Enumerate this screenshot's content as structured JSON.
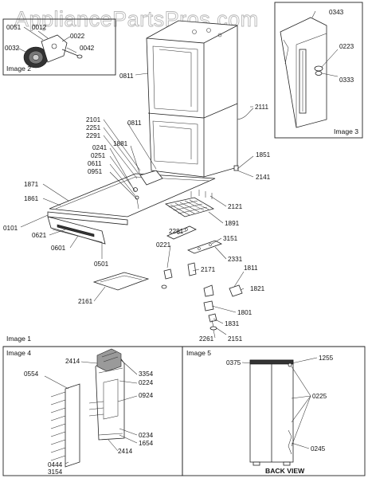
{
  "watermark": "AppliancePartsPros.com",
  "panels": {
    "image2": "Image 2",
    "image3": "Image 3",
    "image1": "Image 1",
    "image4": "Image 4",
    "image5": "Image 5",
    "back_view": "BACK VIEW"
  },
  "callouts": {
    "image2": [
      {
        "id": "c0051",
        "text": "0051"
      },
      {
        "id": "c0012",
        "text": "0012"
      },
      {
        "id": "c0022",
        "text": "0022"
      },
      {
        "id": "c0032",
        "text": "0032"
      },
      {
        "id": "c0042",
        "text": "0042"
      }
    ],
    "image3": [
      {
        "id": "c0343",
        "text": "0343"
      },
      {
        "id": "c0223",
        "text": "0223"
      },
      {
        "id": "c0333",
        "text": "0333"
      }
    ],
    "image1": [
      {
        "id": "c0811a",
        "text": "0811"
      },
      {
        "id": "c2111",
        "text": "2111"
      },
      {
        "id": "c2101",
        "text": "2101"
      },
      {
        "id": "c2251",
        "text": "2251"
      },
      {
        "id": "c2291",
        "text": "2291"
      },
      {
        "id": "c0811b",
        "text": "0811"
      },
      {
        "id": "c1881",
        "text": "1881"
      },
      {
        "id": "c0241",
        "text": "0241"
      },
      {
        "id": "c0251",
        "text": "0251"
      },
      {
        "id": "c0611",
        "text": "0611"
      },
      {
        "id": "c0951",
        "text": "0951"
      },
      {
        "id": "c1851",
        "text": "1851"
      },
      {
        "id": "c2141",
        "text": "2141"
      },
      {
        "id": "c1871",
        "text": "1871"
      },
      {
        "id": "c1861",
        "text": "1861"
      },
      {
        "id": "c2121",
        "text": "2121"
      },
      {
        "id": "c1891",
        "text": "1891"
      },
      {
        "id": "c0101",
        "text": "0101"
      },
      {
        "id": "c0621",
        "text": "0621"
      },
      {
        "id": "c2281",
        "text": "2281"
      },
      {
        "id": "c3151",
        "text": "3151"
      },
      {
        "id": "c0601",
        "text": "0601"
      },
      {
        "id": "c0221",
        "text": "0221"
      },
      {
        "id": "c0501",
        "text": "0501"
      },
      {
        "id": "c2331",
        "text": "2331"
      },
      {
        "id": "c2171",
        "text": "2171"
      },
      {
        "id": "c1811",
        "text": "1811"
      },
      {
        "id": "c1821",
        "text": "1821"
      },
      {
        "id": "c2161",
        "text": "2161"
      },
      {
        "id": "c1801",
        "text": "1801"
      },
      {
        "id": "c1831",
        "text": "1831"
      },
      {
        "id": "c2261",
        "text": "2261"
      },
      {
        "id": "c2151",
        "text": "2151"
      }
    ],
    "image4": [
      {
        "id": "c2414a",
        "text": "2414"
      },
      {
        "id": "c0554",
        "text": "0554"
      },
      {
        "id": "c3354",
        "text": "3354"
      },
      {
        "id": "c0224",
        "text": "0224"
      },
      {
        "id": "c0924",
        "text": "0924"
      },
      {
        "id": "c0234",
        "text": "0234"
      },
      {
        "id": "c1654",
        "text": "1654"
      },
      {
        "id": "c2414b",
        "text": "2414"
      },
      {
        "id": "c0444",
        "text": "0444"
      },
      {
        "id": "c3154",
        "text": "3154"
      }
    ],
    "image5": [
      {
        "id": "c0375",
        "text": "0375"
      },
      {
        "id": "c1255",
        "text": "1255"
      },
      {
        "id": "c0225",
        "text": "0225"
      },
      {
        "id": "c0245",
        "text": "0245"
      }
    ]
  }
}
